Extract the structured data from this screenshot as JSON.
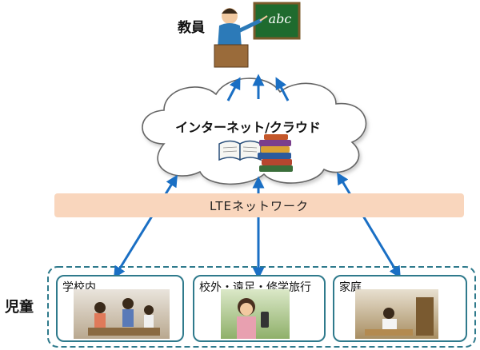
{
  "labels": {
    "teacher": "教員",
    "cloud": "インターネット/クラウド",
    "network": "LTEネットワーク",
    "students": "児童"
  },
  "locations": [
    {
      "title": "学校内"
    },
    {
      "title": "校外・遠足・修学旅行"
    },
    {
      "title": "家庭"
    }
  ],
  "chalkboard": {
    "text": "abc"
  },
  "colors": {
    "arrow": "#1a6fc4",
    "box_border": "#2f7a8c",
    "network_bar": "#f9d6bd",
    "chalkboard": "#1f6b2e"
  }
}
